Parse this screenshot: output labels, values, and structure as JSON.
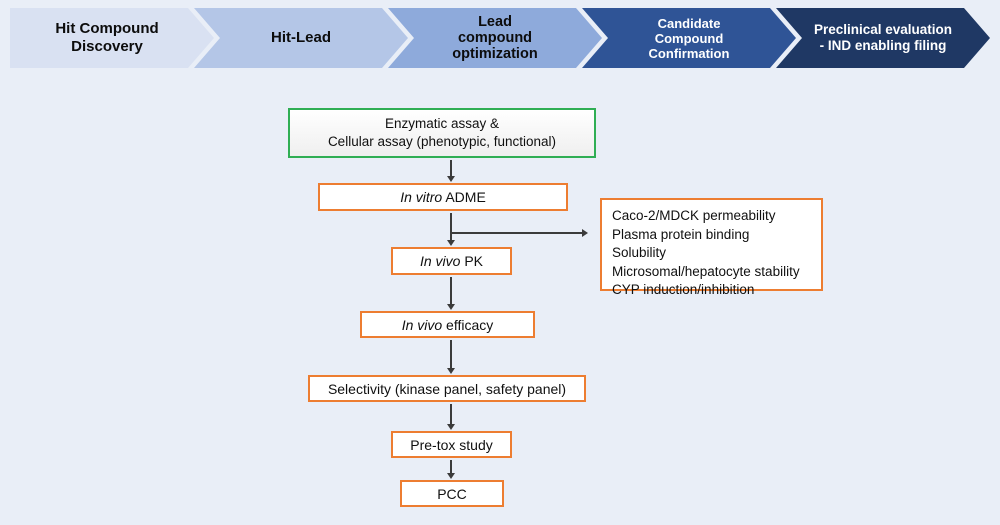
{
  "colors": {
    "background": "#e9eef7",
    "stage_1_fill": "#d9e1f2",
    "stage_2_fill": "#b4c6e7",
    "stage_3_fill": "#8eaadb",
    "stage_4_fill": "#2f5496",
    "stage_5_fill": "#1f3864",
    "green_box_border": "#2fae54",
    "orange_box_border": "#ed7d31",
    "arrow": "#3b3b3b"
  },
  "pipeline": {
    "stages": [
      {
        "lines": [
          "Hit Compound",
          "Discovery"
        ]
      },
      {
        "lines": [
          "Hit-Lead"
        ]
      },
      {
        "lines": [
          "Lead",
          "compound",
          "optimization"
        ]
      },
      {
        "lines": [
          "Candidate",
          "Compound",
          "Confirmation"
        ]
      },
      {
        "lines": [
          "Preclinical evaluation",
          "- IND enabling filing"
        ]
      }
    ]
  },
  "flow": {
    "assay_box": {
      "line1": "Enzymatic assay &",
      "line2": "Cellular assay (phenotypic, functional)"
    },
    "adme_box": {
      "italic": "In vitro",
      "rest": " ADME"
    },
    "pk_box": {
      "italic": "In vivo",
      "rest": " PK"
    },
    "efficacy_box": {
      "italic": "In vivo",
      "rest": " efficacy"
    },
    "selectivity_box": {
      "label": "Selectivity (kinase panel, safety panel)"
    },
    "pretox_box": {
      "label": "Pre-tox study"
    },
    "pcc_box": {
      "label": "PCC"
    },
    "adme_details_box": {
      "lines": [
        "Caco-2/MDCK permeability",
        "Plasma protein binding",
        "Solubility",
        "Microsomal/hepatocyte stability",
        "CYP induction/inhibition"
      ]
    }
  }
}
